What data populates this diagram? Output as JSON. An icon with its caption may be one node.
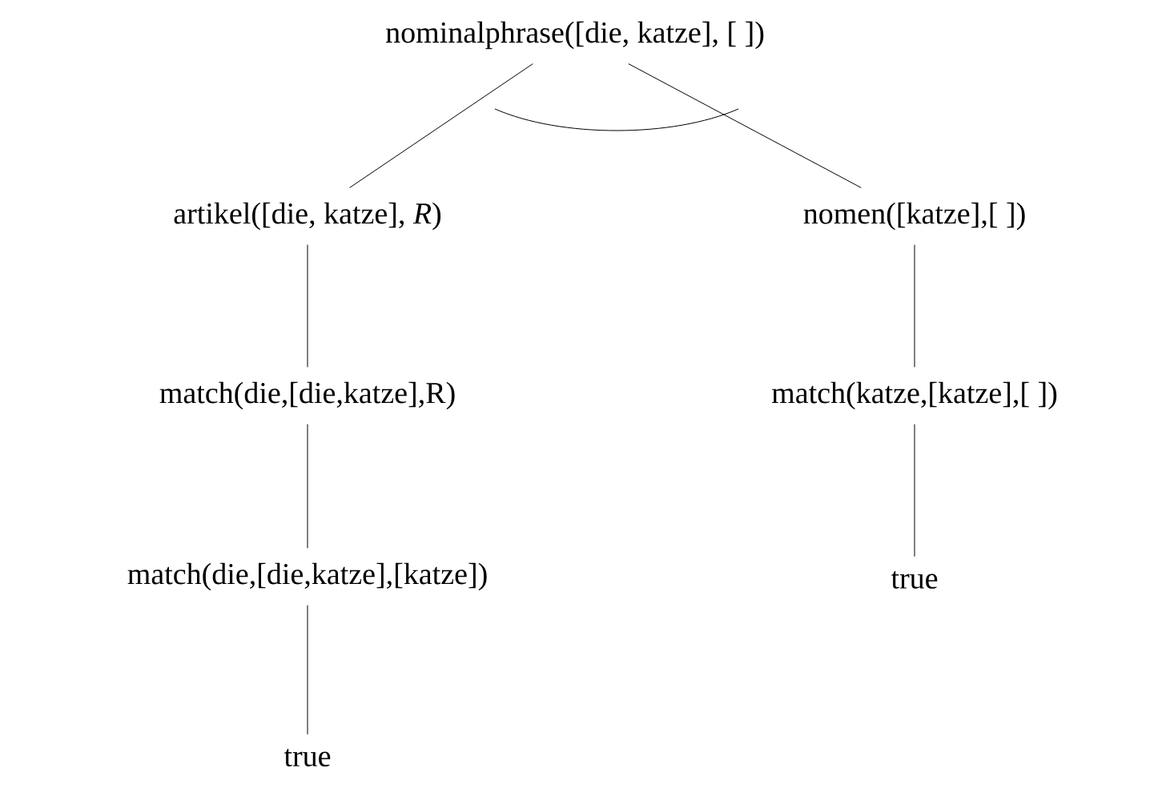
{
  "diagram": {
    "nodes": [
      {
        "text": [
          "nominalphrase([die, katze], [ ])"
        ]
      },
      {
        "text": [
          "artikel([die, katze], *R*)"
        ]
      },
      {
        "text": [
          "nomen([katze],[ ])"
        ]
      },
      {
        "text": [
          "match(die,[die,katze],R)"
        ]
      },
      {
        "text": [
          "match(katze,[katze],[ ])"
        ]
      },
      {
        "text": [
          "match(die,[die,katze],[katze])"
        ]
      },
      {
        "text": [
          "true"
        ]
      },
      {
        "text": [
          "true"
        ]
      }
    ],
    "edges": [
      {
        "from": 0,
        "to": 1,
        "arrow": "none"
      },
      {
        "from": 0,
        "to": 2,
        "arrow": "none"
      },
      {
        "from": 1,
        "to": 3,
        "arrow": "none"
      },
      {
        "from": 2,
        "to": 4,
        "arrow": "none"
      },
      {
        "from": 3,
        "to": 5,
        "arrow": "none"
      },
      {
        "from": 4,
        "to": 6,
        "arrow": "none"
      },
      {
        "from": 5,
        "to": 7,
        "arrow": "none"
      }
    ]
  }
}
